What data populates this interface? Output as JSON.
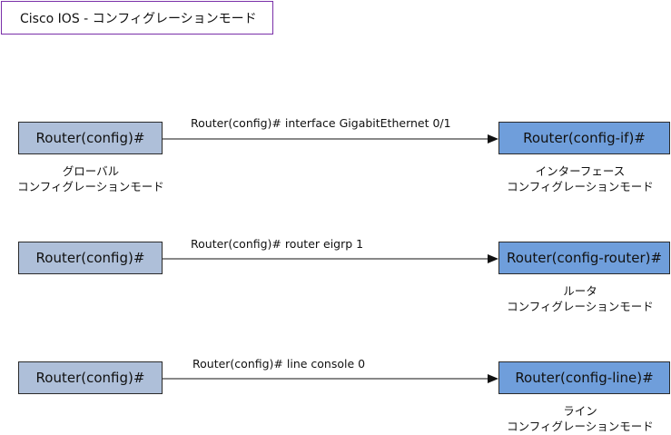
{
  "title": "Cisco IOS - コンフィグレーションモード",
  "rows": [
    {
      "source": "Router(config)#",
      "source_caption_line1": "グローバル",
      "source_caption_line2": "コンフィグレーションモード",
      "command": "Router(config)# interface GigabitEthernet 0/1",
      "target": "Router(config-if)#",
      "target_caption_line1": "インターフェース",
      "target_caption_line2": "コンフィグレーションモード"
    },
    {
      "source": "Router(config)#",
      "command": "Router(config)# router eigrp 1",
      "target": "Router(config-router)#",
      "target_caption_line1": "ルータ",
      "target_caption_line2": "コンフィグレーションモード"
    },
    {
      "source": "Router(config)#",
      "command": "Router(config)# line console 0",
      "target": "Router(config-line)#",
      "target_caption_line1": "ライン",
      "target_caption_line2": "コンフィグレーションモード"
    }
  ],
  "colors": {
    "global_box": "#aebfd9",
    "sub_box": "#6f9edb",
    "title_border": "#7a2fa8",
    "line": "#111111"
  }
}
